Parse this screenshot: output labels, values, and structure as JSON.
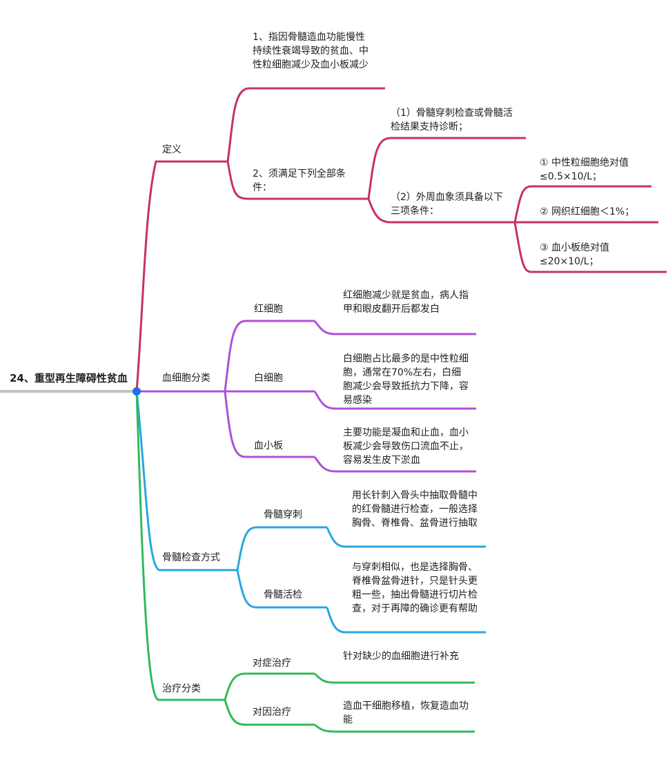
{
  "title": "24、重型再生障碍性贫血",
  "colors": {
    "root": "#1e6fe6",
    "rootLine": "#c2c2c2",
    "definition": "#c8315e",
    "bloodCells": "#b04fd9",
    "marrowExam": "#27a6e0",
    "treatment": "#32b85a"
  },
  "branches": {
    "definition": {
      "label": "定义",
      "item1": "1、指因骨髓造血功能慢性持续性衰竭导致的贫血、中性粒细胞减少及血小板减少",
      "item2": {
        "label": "2、须满足下列全部条件：",
        "sub1": "（1）骨髓穿刺检查或骨髓活检结果支持诊断；",
        "sub2": {
          "label": "（2）外周血象须具备以下三项条件：",
          "c1": "① 中性粒细胞绝对值≤0.5×10/L；",
          "c2": "② 网织红细胞＜1%；",
          "c3": "③ 血小板绝对值≤20×10/L；"
        }
      }
    },
    "bloodCells": {
      "label": "血细胞分类",
      "rbc": {
        "label": "红细胞",
        "desc": "红细胞减少就是贫血，病人指甲和眼皮翻开后都发白"
      },
      "wbc": {
        "label": "白细胞",
        "desc": "白细胞占比最多的是中性粒细胞，通常在70%左右，白细胞减少会导致抵抗力下降，容易感染"
      },
      "plt": {
        "label": "血小板",
        "desc": "主要功能是凝血和止血，血小板减少会导致伤口流血不止，容易发生皮下淤血"
      }
    },
    "marrowExam": {
      "label": "骨髓检查方式",
      "puncture": {
        "label": "骨髓穿刺",
        "desc": "用长针刺入骨头中抽取骨髓中的红骨髓进行检查，一般选择胸骨、脊椎骨、盆骨进行抽取"
      },
      "biopsy": {
        "label": "骨髓活检",
        "desc": "与穿刺相似，也是选择胸骨、脊椎骨盆骨进针，只是针头更粗一些，抽出骨髓进行切片检查，对于再障的确诊更有帮助"
      }
    },
    "treatment": {
      "label": "治疗分类",
      "symptomatic": {
        "label": "对症治疗",
        "desc": "针对缺少的血细胞进行补充"
      },
      "causal": {
        "label": "对因治疗",
        "desc": "造血干细胞移植，恢复造血功能"
      }
    }
  }
}
